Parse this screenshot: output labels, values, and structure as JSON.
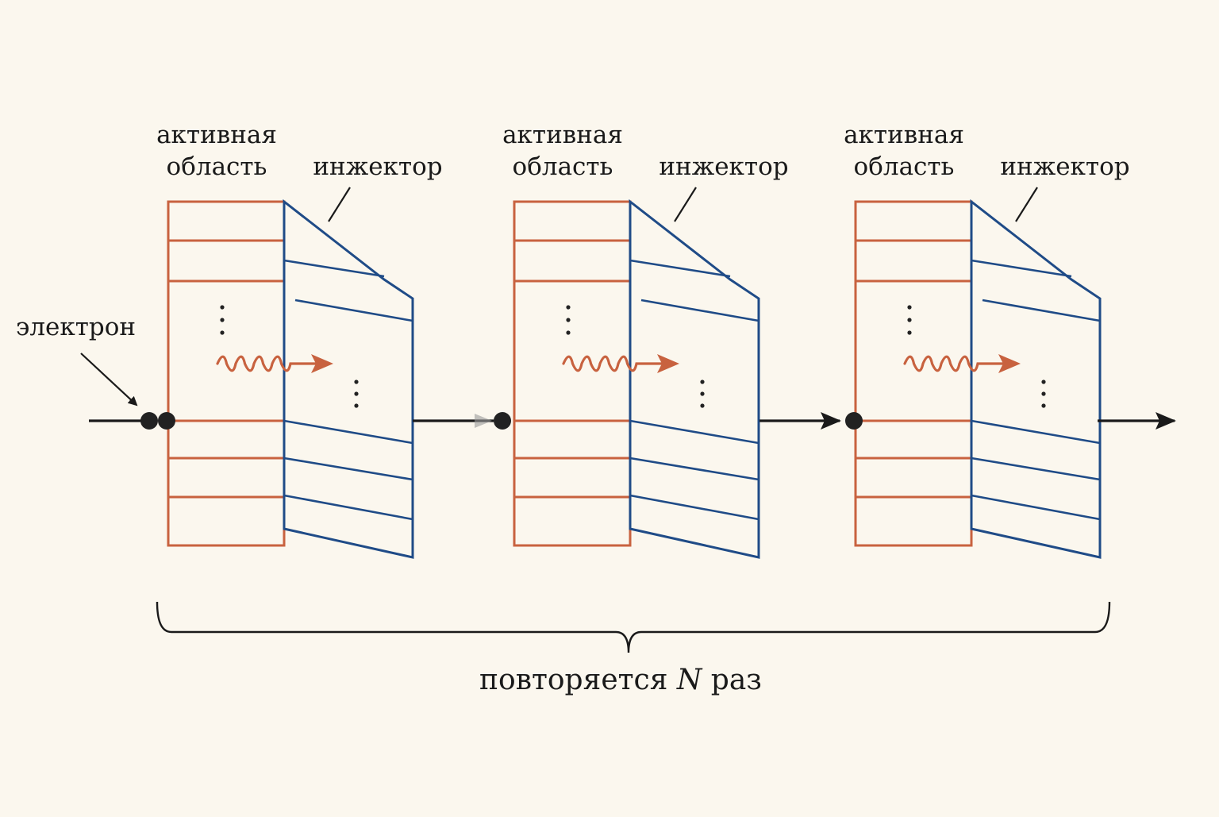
{
  "labels": {
    "active_region_line1": "активная",
    "active_region_line2": "область",
    "injector": "инжектор",
    "electron": "электрон",
    "repeat_prefix": "повторяется ",
    "repeat_n": "N",
    "repeat_suffix": " раз"
  },
  "stage_count": 3,
  "colors": {
    "background": "#fbf7ee",
    "active_region": "#c8623f",
    "injector": "#1f4b87",
    "photon": "#c8623f",
    "wire": "#1a1a1a"
  }
}
